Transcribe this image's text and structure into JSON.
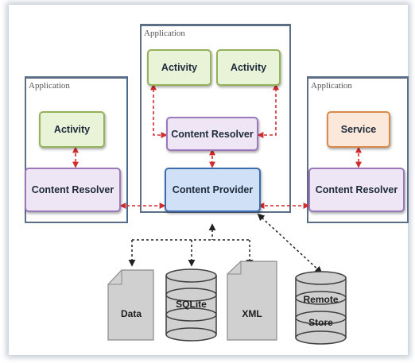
{
  "colors": {
    "app_border": "#5b6e86",
    "activity_fill": "#e9f3d8",
    "activity_border": "#93b25a",
    "resolver_fill": "#eee6f4",
    "resolver_border": "#9a78b9",
    "provider_fill": "#cfe0f7",
    "provider_border": "#3c6bb0",
    "service_fill": "#fbe8da",
    "service_border": "#d98a4a",
    "ipc_link": "#d22d2d",
    "storage_fill": "#d0d0d0"
  },
  "apps": {
    "left": {
      "label": "Application",
      "activity": "Activity",
      "resolver": "Content Resolver"
    },
    "middle": {
      "label": "Application",
      "activity_1": "Activity",
      "activity_2": "Activity",
      "resolver": "Content Resolver",
      "provider": "Content Provider"
    },
    "right": {
      "label": "Application",
      "service": "Service",
      "resolver": "Content Resolver"
    }
  },
  "storage": {
    "data": "Data",
    "sqlite": "SQLite",
    "xml": "XML",
    "remote_line1": "Remote",
    "remote_line2": "Store"
  }
}
